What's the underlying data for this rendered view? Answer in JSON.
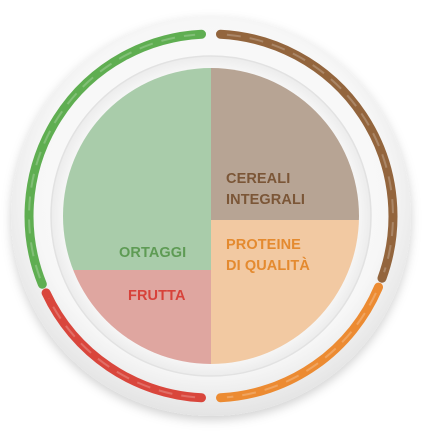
{
  "plate": {
    "sections": [
      {
        "key": "vegetables",
        "lines": [
          "ORTAGGI"
        ],
        "fill": "#a9ccaa",
        "text_color": "#5e9b54",
        "ring_color": "#5fae51"
      },
      {
        "key": "fruit",
        "lines": [
          "FRUTTA"
        ],
        "fill": "#dfa6a0",
        "text_color": "#d7423a",
        "ring_color": "#d9463c"
      },
      {
        "key": "grains",
        "lines": [
          "CEREALI",
          "INTEGRALI"
        ],
        "fill": "#b7a494",
        "text_color": "#7b5637",
        "ring_color": "#93653d"
      },
      {
        "key": "protein",
        "lines": [
          "PROTEINE",
          "DI QUALITÀ"
        ],
        "fill": "#f2c9a2",
        "text_color": "#e48a2f",
        "ring_color": "#ec8b32"
      }
    ]
  }
}
